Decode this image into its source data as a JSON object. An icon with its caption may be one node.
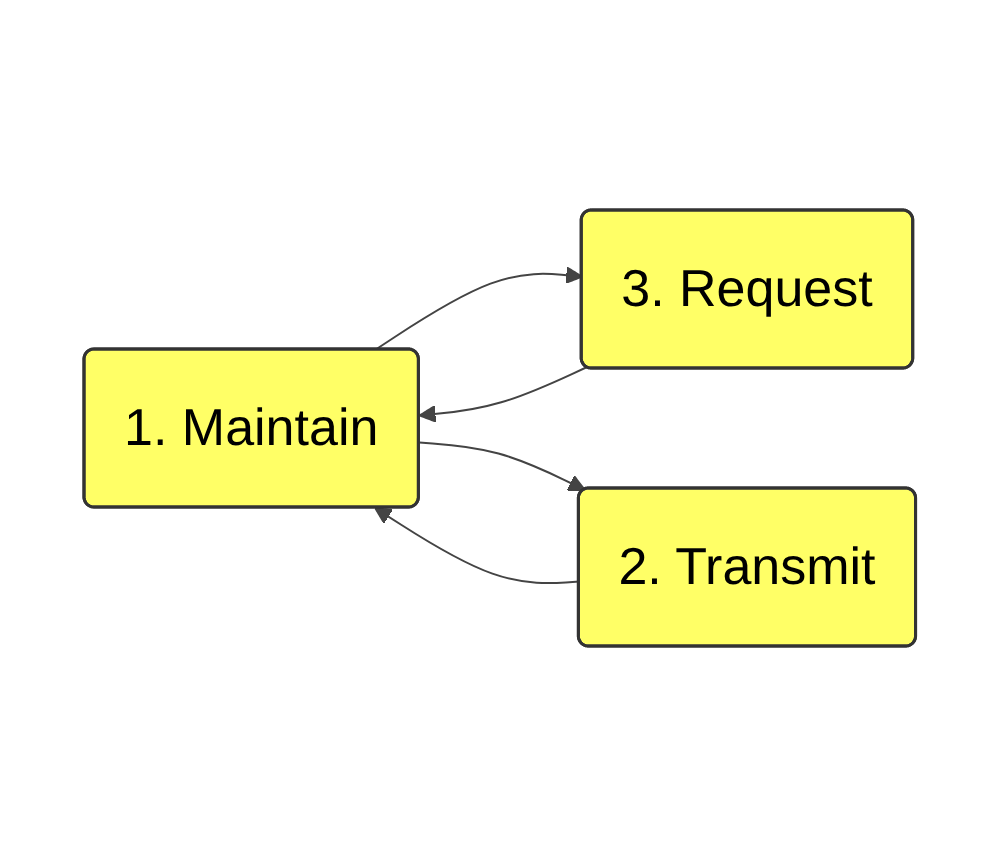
{
  "diagram": {
    "nodes": [
      {
        "text": [
          "3. Request"
        ]
      },
      {
        "text": [
          "1. Maintain"
        ]
      },
      {
        "text": [
          "2. Transmit"
        ]
      }
    ],
    "edges": [
      {
        "from": 1,
        "to": 0,
        "arrow": "to"
      },
      {
        "from": 0,
        "to": 1,
        "arrow": "to"
      },
      {
        "from": 1,
        "to": 2,
        "arrow": "to"
      },
      {
        "from": 2,
        "to": 1,
        "arrow": "to"
      }
    ]
  }
}
